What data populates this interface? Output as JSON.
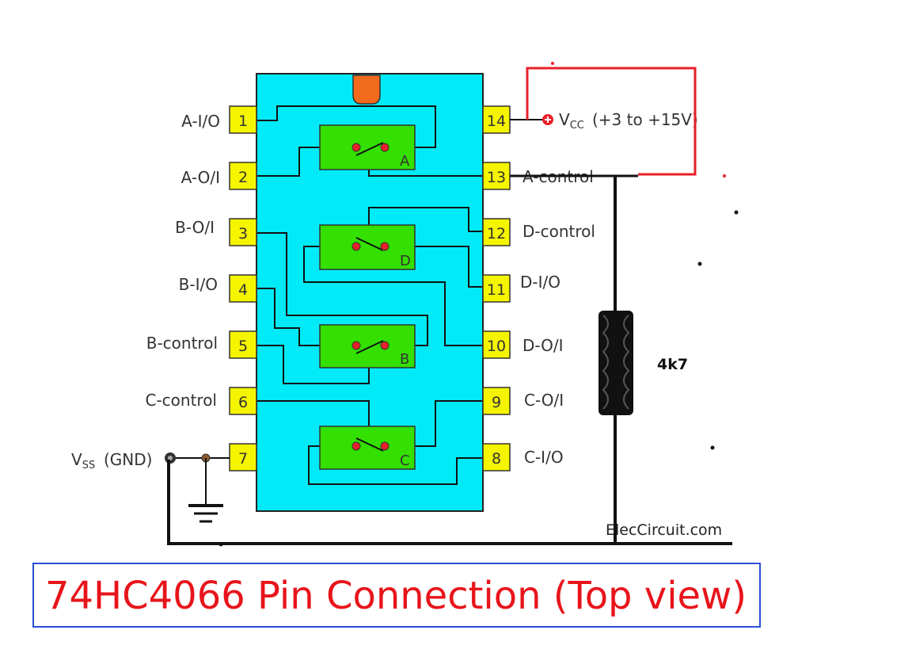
{
  "title": "74HC4066 Pin Connection (Top view)",
  "brand": "ElecCircuit.com",
  "supply": {
    "vcc_main": "V",
    "vcc_sub": "CC",
    "vcc_range": "(+3 to +15V)",
    "vss_main": "V",
    "vss_sub": "SS",
    "vss_label": "(GND)"
  },
  "resistor": {
    "value": "4k7"
  },
  "switches": [
    "A",
    "D",
    "B",
    "C"
  ],
  "pins_left": [
    {
      "num": "1",
      "label": "A-I/O"
    },
    {
      "num": "2",
      "label": "A-O/I"
    },
    {
      "num": "3",
      "label": "B-O/I"
    },
    {
      "num": "4",
      "label": "B-I/O"
    },
    {
      "num": "5",
      "label": "B-control"
    },
    {
      "num": "6",
      "label": "C-control"
    },
    {
      "num": "7",
      "label": ""
    }
  ],
  "pins_right": [
    {
      "num": "14",
      "label": ""
    },
    {
      "num": "13",
      "label": "A-control"
    },
    {
      "num": "12",
      "label": "D-control"
    },
    {
      "num": "11",
      "label": "D-I/O"
    },
    {
      "num": "10",
      "label": "D-O/I"
    },
    {
      "num": "9",
      "label": "C-O/I"
    },
    {
      "num": "8",
      "label": "C-I/O"
    }
  ],
  "colors": {
    "chip_body": "#00ebf7",
    "pin": "#f5f500",
    "switch": "#33e000",
    "notch": "#f26b1d",
    "caption": "#e8141b",
    "caption_border": "#2a4fd6",
    "red_wire": "#e8202a"
  }
}
